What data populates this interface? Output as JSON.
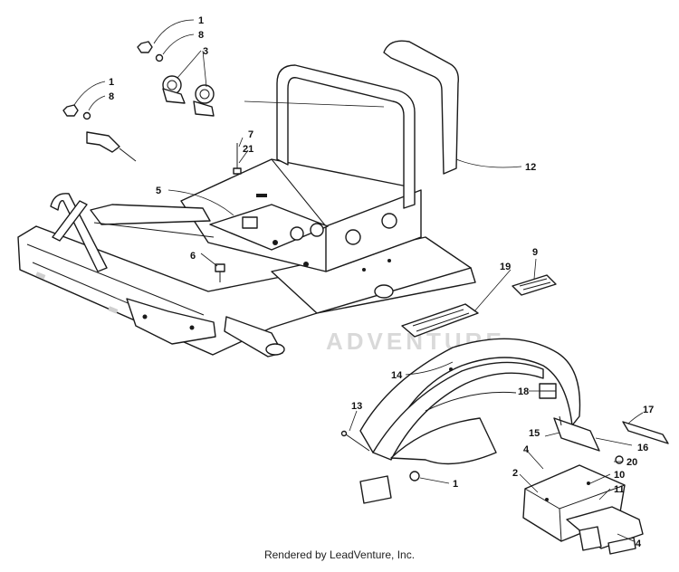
{
  "watermark": {
    "text": "ADVENTURE"
  },
  "footer": {
    "credit": "Rendered by LeadVenture, Inc."
  },
  "callouts": [
    {
      "id": "1a",
      "label": "1"
    },
    {
      "id": "8a",
      "label": "8"
    },
    {
      "id": "3",
      "label": "3"
    },
    {
      "id": "1b",
      "label": "1"
    },
    {
      "id": "8b",
      "label": "8"
    },
    {
      "id": "7",
      "label": "7"
    },
    {
      "id": "21",
      "label": "21"
    },
    {
      "id": "5",
      "label": "5"
    },
    {
      "id": "12",
      "label": "12"
    },
    {
      "id": "6",
      "label": "6"
    },
    {
      "id": "9",
      "label": "9"
    },
    {
      "id": "19",
      "label": "19"
    },
    {
      "id": "14",
      "label": "14"
    },
    {
      "id": "18",
      "label": "18"
    },
    {
      "id": "13",
      "label": "13"
    },
    {
      "id": "15",
      "label": "15"
    },
    {
      "id": "17",
      "label": "17"
    },
    {
      "id": "16",
      "label": "16"
    },
    {
      "id": "4a",
      "label": "4"
    },
    {
      "id": "20",
      "label": "20"
    },
    {
      "id": "2",
      "label": "2"
    },
    {
      "id": "10",
      "label": "10"
    },
    {
      "id": "11",
      "label": "11"
    },
    {
      "id": "1c",
      "label": "1"
    },
    {
      "id": "4b",
      "label": "4"
    }
  ]
}
